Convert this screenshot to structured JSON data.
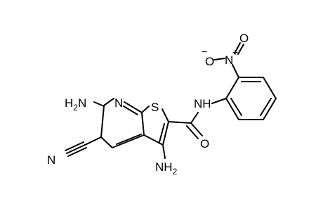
{
  "molecule": {
    "atom_labels": {
      "amino_6": {
        "main": "H",
        "sub": "2",
        "tail": "N"
      },
      "amino_3": {
        "main": "NH",
        "sub": "2"
      },
      "ring_n": "N",
      "thiophene_s": "S",
      "amide_nh": "NH",
      "amide_o": "O",
      "cyano_n": "N",
      "nitro_n": "N",
      "nitro_o_minus": "O",
      "nitro_o": "O",
      "minus_charge": "−",
      "plus_charge": "+"
    }
  }
}
